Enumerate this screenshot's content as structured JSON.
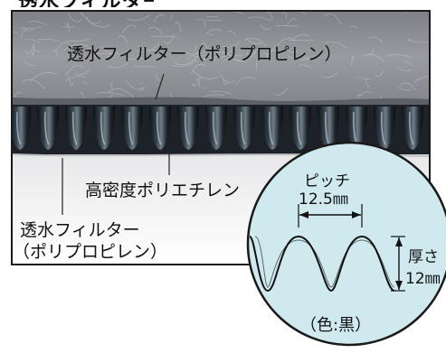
{
  "title_cut": "透水フィルター",
  "photo": {
    "top_label": "透水フィルター（ポリプロピレン）",
    "core_label": "高密度ポリエチレン",
    "bottom_label_line1": "透水フィルター",
    "bottom_label_line2": "（ポリプロピレン）"
  },
  "detail": {
    "pitch_label": "ピッチ",
    "pitch_value": "12.5㎜",
    "thickness_label": "厚さ",
    "thickness_value": "12㎜",
    "color_note": "（色:黒）"
  },
  "colors": {
    "felt": "#8e8f95",
    "core": "#1d2228",
    "circle_fill": "#cfe9ef",
    "frame": "#1a1a1a"
  }
}
